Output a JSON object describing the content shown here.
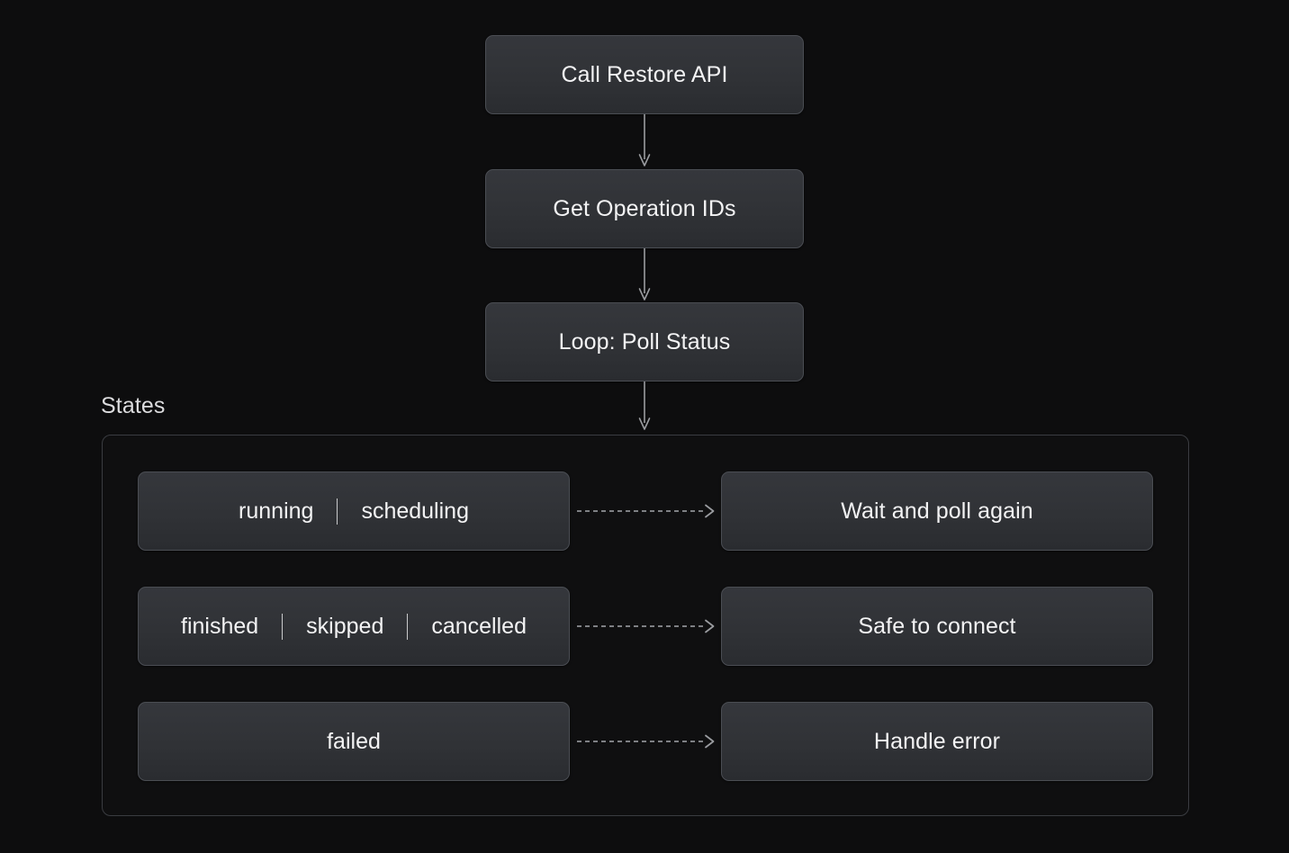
{
  "diagram": {
    "title_label": "States",
    "flow_nodes": [
      {
        "id": "call-restore",
        "label": "Call Restore API"
      },
      {
        "id": "get-ops",
        "label": "Get Operation IDs"
      },
      {
        "id": "loop-poll",
        "label": "Loop: Poll Status"
      }
    ],
    "connectors": {
      "vertical_style": "solid-arrow",
      "horizontal_style": "dashed-arrow",
      "separator_glyph": "|"
    },
    "state_rows": [
      {
        "states": [
          "running",
          "scheduling"
        ],
        "action": "Wait and poll again"
      },
      {
        "states": [
          "finished",
          "skipped",
          "cancelled"
        ],
        "action": "Safe to connect"
      },
      {
        "states": [
          "failed"
        ],
        "action": "Handle error"
      }
    ]
  },
  "colors": {
    "background": "#0d0d0e",
    "node_fill_top": "#35373c",
    "node_fill_bottom": "#2a2c30",
    "node_border": "#4a4d53",
    "group_border": "#3a3c41",
    "text": "#f3f3f4",
    "connector": "#9a9ca0"
  }
}
